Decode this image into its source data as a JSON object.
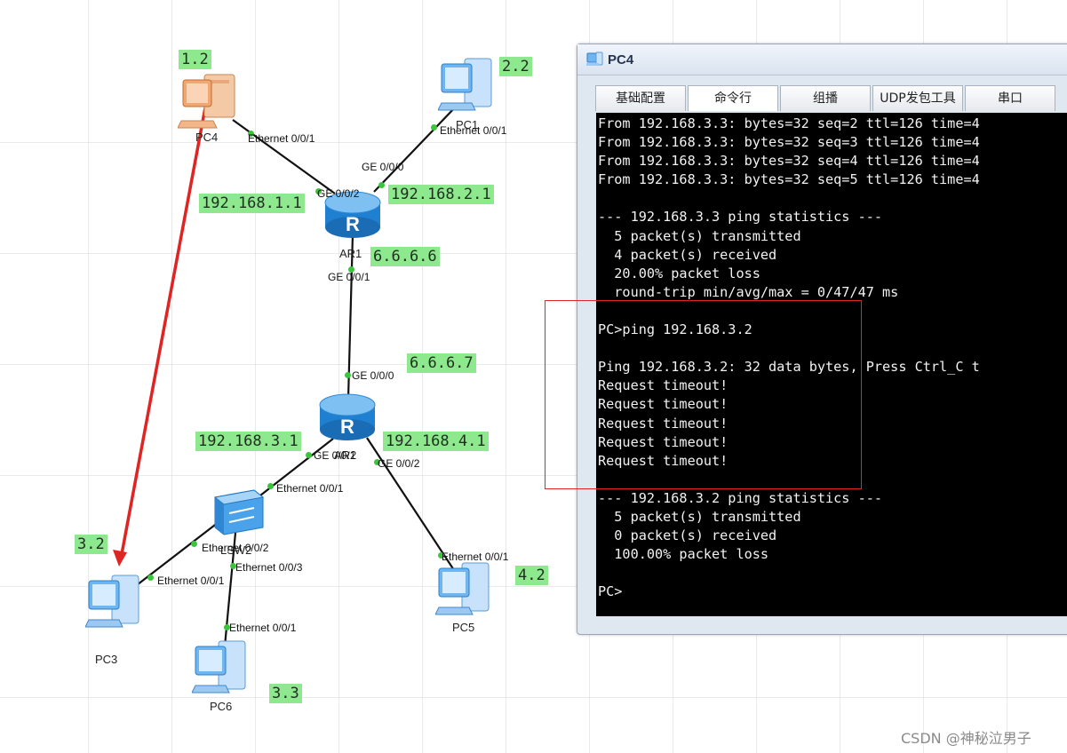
{
  "topology": {
    "labels": {
      "pc4_tag": "1.2",
      "pc1_tag": "2.2",
      "ar1_left_ip": "192.168.1.1",
      "ar1_right_ip": "192.168.2.1",
      "ar1_loop": "6.6.6.6",
      "ar2_top": "6.6.6.7",
      "ar2_left_ip": "192.168.3.1",
      "ar2_right_ip": "192.168.4.1",
      "pc3_tag": "3.2",
      "pc5_tag": "4.2",
      "pc6_tag": "3.3"
    },
    "devices": {
      "pc4": "PC4",
      "pc1": "PC1",
      "ar1": "AR1",
      "ar2": "AR2",
      "lsw2": "LSW2",
      "pc3": "PC3",
      "pc5": "PC5",
      "pc6": "PC6"
    },
    "ports": {
      "pc4_eth": "Ethernet 0/0/1",
      "pc1_eth": "Ethernet 0/0/1",
      "ar1_g0": "GE 0/0/0",
      "ar1_g2": "GE 0/0/2",
      "ar1_g1": "GE 0/0/1",
      "ar2_g0": "GE 0/0/0",
      "ar2_g1": "GE 0/0/1",
      "ar2_g2": "GE 0/0/2",
      "sw_e1": "Ethernet 0/0/1",
      "sw_e2": "Ethernet 0/0/2",
      "sw_e3": "Ethernet 0/0/3",
      "pc3_eth": "Ethernet 0/0/1",
      "pc6_eth": "Ethernet 0/0/1",
      "pc5_eth": "Ethernet 0/0/1"
    }
  },
  "window": {
    "title": "PC4",
    "tabs": [
      "基础配置",
      "命令行",
      "组播",
      "UDP发包工具",
      "串口"
    ],
    "active_tab": 1,
    "console_lines": [
      "From 192.168.3.3: bytes=32 seq=2 ttl=126 time=4",
      "From 192.168.3.3: bytes=32 seq=3 ttl=126 time=4",
      "From 192.168.3.3: bytes=32 seq=4 ttl=126 time=4",
      "From 192.168.3.3: bytes=32 seq=5 ttl=126 time=4",
      "",
      "--- 192.168.3.3 ping statistics ---",
      "  5 packet(s) transmitted",
      "  4 packet(s) received",
      "  20.00% packet loss",
      "  round-trip min/avg/max = 0/47/47 ms",
      "",
      "PC>ping 192.168.3.2",
      "",
      "Ping 192.168.3.2: 32 data bytes, Press Ctrl_C t",
      "Request timeout!",
      "Request timeout!",
      "Request timeout!",
      "Request timeout!",
      "Request timeout!",
      "",
      "--- 192.168.3.2 ping statistics ---",
      "  5 packet(s) transmitted",
      "  0 packet(s) received",
      "  100.00% packet loss",
      "",
      "PC>"
    ]
  },
  "watermark": "CSDN @神秘泣男子",
  "colors": {
    "tag_bg": "#8ee88e",
    "link": "#111111",
    "arrow": "#e02424",
    "console_bg": "#000000",
    "console_fg": "#f2f2f2",
    "port_dot": "#3cc43c"
  }
}
